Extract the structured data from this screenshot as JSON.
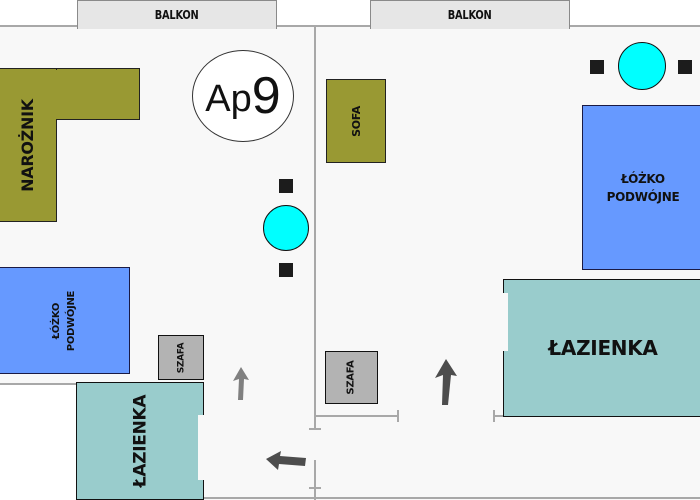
{
  "plan": {
    "title": "Ap9",
    "logo": {
      "prefix": "Ap",
      "number": "9"
    },
    "balconies": [
      {
        "label": "BALKON"
      },
      {
        "label": "BALKON"
      }
    ],
    "left_apartment": {
      "corner_sofa": "NAROŻNIK",
      "bed": {
        "line1": "ŁÓŻKO",
        "line2": "PODWÓJNE"
      },
      "wardrobe": "SZAFA",
      "bathroom": "ŁAZIENKA"
    },
    "right_apartment": {
      "sofa": "SOFA",
      "bed": {
        "line1": "ŁÓŻKO",
        "line2": "PODWÓJNE"
      },
      "wardrobe": "SZAFA",
      "bathroom": "ŁAZIENKA"
    },
    "icons": [
      "lamp-table-icon",
      "lamp-table-icon",
      "arrow-up-icon",
      "arrow-up-icon",
      "arrow-left-icon"
    ],
    "colors": {
      "sofa": "#999933",
      "bed": "#6699ff",
      "bathroom": "#99cccc",
      "wardrobe": "#b3b3b3",
      "table": "#00ffff",
      "wall": "#a8a8a8",
      "floor": "#f8f8f8"
    }
  }
}
